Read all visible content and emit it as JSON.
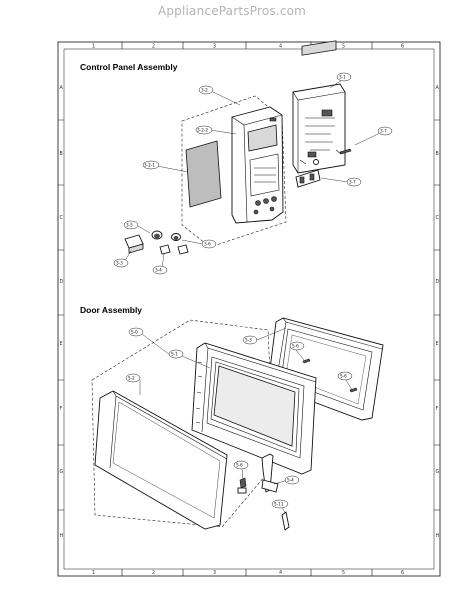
{
  "watermark": "AppliancePartsPros.com",
  "sections": {
    "control_panel_title": "Control Panel Assembly",
    "door_title": "Door Assembly"
  },
  "grid": {
    "columns": [
      "1",
      "2",
      "3",
      "4",
      "5",
      "6"
    ],
    "rows": [
      "A",
      "B",
      "C",
      "D",
      "E",
      "F",
      "G",
      "H"
    ]
  },
  "callouts": {
    "cp_3_2": "3-2",
    "cp_3_1": "3-1",
    "cp_3_2_2": "3-2-2",
    "cp_3_2_1": "3-2-1",
    "cp_3_7_upper": "3-7",
    "cp_3_7_lower": "3-7",
    "cp_3_5": "3-5",
    "cp_3_6": "3-6",
    "cp_3_3": "3-3",
    "cp_3_4": "3-4",
    "door_5_0": "5-0",
    "door_5_3": "5-3",
    "door_5_1": "5-1",
    "door_5_2": "5-2",
    "door_5_6_upper": "5-6",
    "door_5_6_mid": "5-6",
    "door_5_6_lower": "5-6",
    "door_5_4": "5-4",
    "door_5_11": "5-11"
  }
}
